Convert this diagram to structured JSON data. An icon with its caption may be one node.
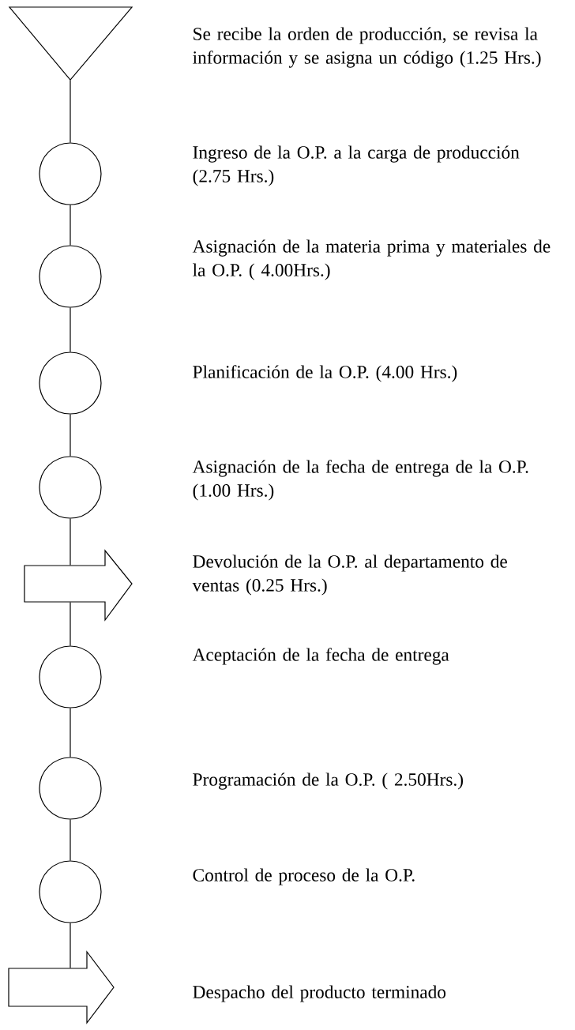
{
  "diagram": {
    "nodes": [
      {
        "text": [],
        "shape": "triangle"
      },
      {
        "text": [],
        "shape": "circle"
      },
      {
        "text": [],
        "shape": "circle"
      },
      {
        "text": [],
        "shape": "circle"
      },
      {
        "text": [],
        "shape": "circle"
      },
      {
        "text": [],
        "shape": "arrow"
      },
      {
        "text": [],
        "shape": "circle"
      },
      {
        "text": [],
        "shape": "circle"
      },
      {
        "text": [],
        "shape": "circle"
      },
      {
        "text": [],
        "shape": "arrow"
      }
    ],
    "edges": [
      {
        "from": 0,
        "to": 1,
        "arrow": "none"
      },
      {
        "from": 1,
        "to": 2,
        "arrow": "none"
      },
      {
        "from": 2,
        "to": 3,
        "arrow": "none"
      },
      {
        "from": 3,
        "to": 4,
        "arrow": "none"
      },
      {
        "from": 4,
        "to": 5,
        "arrow": "none"
      },
      {
        "from": 5,
        "to": 6,
        "arrow": "none"
      },
      {
        "from": 6,
        "to": 7,
        "arrow": "none"
      },
      {
        "from": 7,
        "to": 8,
        "arrow": "none"
      },
      {
        "from": 8,
        "to": 9,
        "arrow": "none"
      }
    ],
    "labels": [
      "Se recibe la orden de producción, se revisa la información y se asigna un código (1.25 Hrs.)",
      "Ingreso de la O.P. a la carga de producción (2.75 Hrs.)",
      "Asignación de la materia prima y materiales de la O.P. ( 4.00Hrs.)",
      "Planificación de la O.P. (4.00 Hrs.)",
      "Asignación de la fecha de entrega de la O.P. (1.00 Hrs.)",
      "Devolución de la O.P. al departamento de ventas  (0.25 Hrs.)",
      "Aceptación de la fecha de entrega",
      "Programación de la O.P. ( 2.50Hrs.)",
      "Control de proceso de la O.P.",
      "Despacho del producto terminado"
    ]
  }
}
